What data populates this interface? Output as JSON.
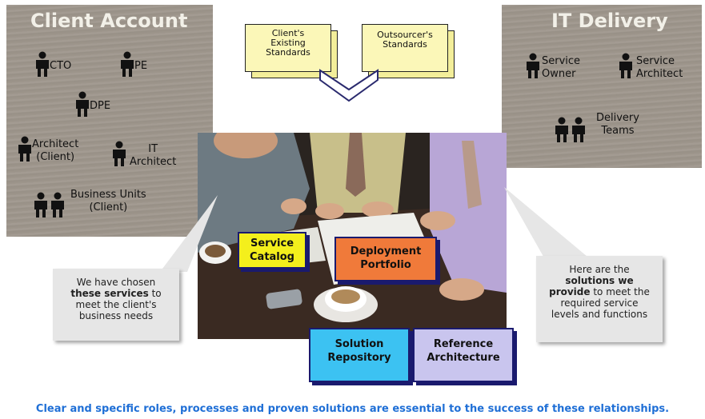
{
  "client_panel": {
    "title": "Client Account",
    "roles": {
      "cto": "CTO",
      "pe": "PE",
      "dpe": "DPE",
      "architect_client_1": "Architect",
      "architect_client_2": "(Client)",
      "it_architect_1": "IT",
      "it_architect_2": "Architect",
      "business_units_1": "Business Units",
      "business_units_2": "(Client)"
    }
  },
  "it_panel": {
    "title": "IT Delivery",
    "roles": {
      "service_owner_1": "Service",
      "service_owner_2": "Owner",
      "service_architect_1": "Service",
      "service_architect_2": "Architect",
      "delivery_teams_1": "Delivery",
      "delivery_teams_2": "Teams"
    }
  },
  "standards": {
    "client_1": "Client's",
    "client_2": "Existing",
    "client_3": "Standards",
    "outsourcer_1": "Outsourcer's",
    "outsourcer_2": "Standards"
  },
  "cards": {
    "service_catalog_1": "Service",
    "service_catalog_2": "Catalog",
    "deployment_portfolio_1": "Deployment",
    "deployment_portfolio_2": "Portfolio",
    "solution_repository_1": "Solution",
    "solution_repository_2": "Repository",
    "reference_architecture_1": "Reference",
    "reference_architecture_2": "Architecture"
  },
  "left_note": {
    "l1": "We have chosen",
    "l2_bold": "these services",
    "l2_rest": " to",
    "l3": "meet the client's",
    "l4": "business needs"
  },
  "right_note": {
    "l1": "Here are the",
    "l2_bold": "solutions we",
    "l3_bold": "provide",
    "l3_rest": " to meet the",
    "l4": "required service",
    "l5": "levels and functions"
  },
  "footer": "Clear and specific roles, processes and proven solutions are essential to the success of these relationships.",
  "colors": {
    "panel": "#9e968c",
    "standards_doc": "#fbf7b8",
    "service_catalog": "#f4ef1c",
    "deployment_portfolio": "#f07a3a",
    "solution_repository": "#3cc2f2",
    "reference_architecture": "#c9c5ee",
    "footer_text": "#1f6fd6"
  }
}
